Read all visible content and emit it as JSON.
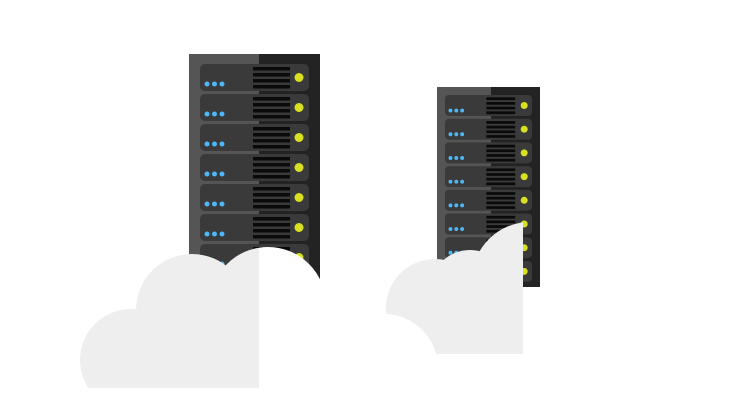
{
  "colors": {
    "background": "#ffffff",
    "rack_light": "#555555",
    "rack_dark": "#232323",
    "unit": "#3a3a3a",
    "vent": "#0a0a0a",
    "led_blue": "#4db8f5",
    "led_yellow": "#d9e021",
    "cloud": "#eeeeee"
  },
  "servers": [
    {
      "name": "server-rack-large",
      "units": 8
    },
    {
      "name": "server-rack-small",
      "units": 8
    }
  ]
}
